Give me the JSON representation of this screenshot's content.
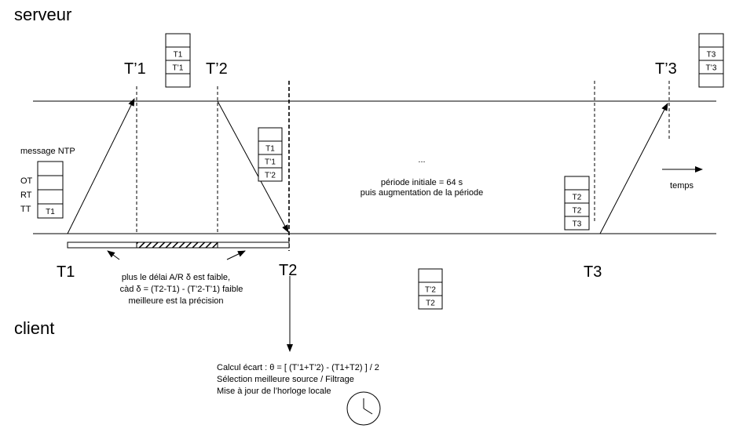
{
  "labels": {
    "server": "serveur",
    "client": "client",
    "t1_server": "T’1",
    "t2_server": "T’2",
    "t3_server": "T’3",
    "t1_client": "T1",
    "t2_client": "T2",
    "t3_client": "T3",
    "message_ntp": "message NTP",
    "ot": "OT",
    "rt": "RT",
    "tt": "TT",
    "ellipsis": "...",
    "period_line1": "période initiale = 64 s",
    "period_line2": "puis augmentation de la période",
    "time": "temps",
    "delay_line1": "plus le délai A/R δ est faible,",
    "delay_line2": "càd δ = (T2-T1) - (T’2-T’1) faible",
    "delay_line3": "meilleure est la précision",
    "calc_line1": "Calcul écart : θ = [ (T’1+T’2) - (T1+T2) ] / 2",
    "calc_line2": "Sélection meilleure source / Filtrage",
    "calc_line3": "Mise à jour de l’horloge locale"
  },
  "stacks": {
    "msg1": [
      "",
      "",
      "",
      "T1"
    ],
    "srv1": [
      "",
      "T1",
      "T’1",
      ""
    ],
    "resp1": [
      "T1",
      "T’1",
      "T’2"
    ],
    "mid": [
      "T’2",
      "T2"
    ],
    "pre3": [
      "T2",
      "T2",
      "T3"
    ],
    "srv3": [
      "",
      "T3",
      "T’3",
      ""
    ]
  }
}
